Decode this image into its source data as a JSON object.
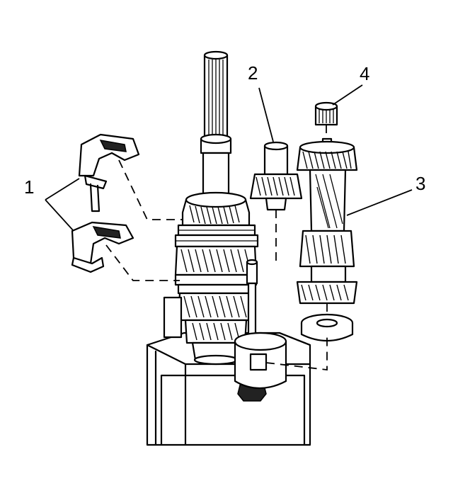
{
  "diagram": {
    "callouts": [
      {
        "id": "1",
        "label": "1"
      },
      {
        "id": "2",
        "label": "2"
      },
      {
        "id": "3",
        "label": "3"
      },
      {
        "id": "4",
        "label": "4"
      }
    ],
    "colors": {
      "ink": "#000000",
      "background": "#ffffff"
    },
    "parts": [
      {
        "callout": "1",
        "icon": "shift-fork-pair-icon"
      },
      {
        "callout": "2",
        "icon": "gear-bearing-icon"
      },
      {
        "callout": "3",
        "icon": "countershaft-gear-cluster-icon"
      },
      {
        "callout": "4",
        "icon": "needle-bearing-icon"
      }
    ]
  }
}
